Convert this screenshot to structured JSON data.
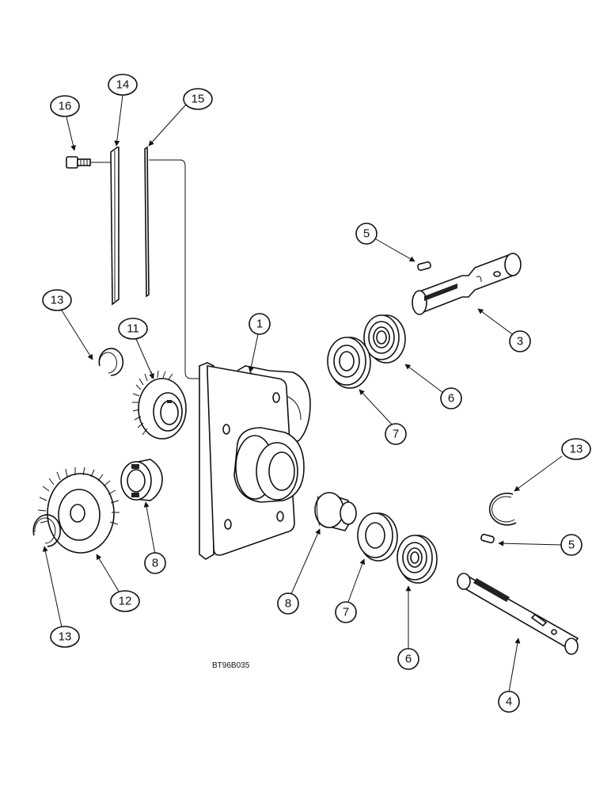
{
  "diagram": {
    "figure_code": "BT96B035",
    "callouts": {
      "c1": "1",
      "c3": "3",
      "c4": "4",
      "c5a": "5",
      "c5b": "5",
      "c6a": "6",
      "c6b": "6",
      "c7a": "7",
      "c7b": "7",
      "c8a": "8",
      "c8b": "8",
      "c11": "11",
      "c12": "12",
      "c13a": "13",
      "c13b": "13",
      "c13c": "13",
      "c14": "14",
      "c15": "15",
      "c16": "16"
    }
  }
}
